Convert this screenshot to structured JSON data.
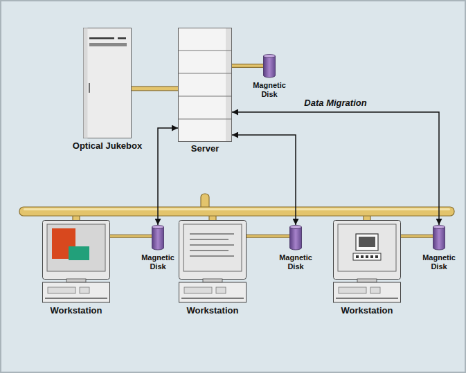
{
  "diagram": {
    "nodes": [
      {
        "text": [
          "Optical Jukebox"
        ]
      },
      {
        "text": [
          "Server"
        ]
      },
      {
        "text": [
          "Magnetic Disk"
        ]
      },
      {
        "text": [
          "Workstation"
        ]
      },
      {
        "text": [
          "Magnetic Disk"
        ]
      },
      {
        "text": [
          "Workstation"
        ]
      },
      {
        "text": [
          "Magnetic Disk"
        ]
      },
      {
        "text": [
          "Workstation"
        ]
      },
      {
        "text": [
          "Magnetic Disk"
        ]
      }
    ],
    "edges": [
      {
        "from": 0,
        "to": 1,
        "arrow": "none"
      },
      {
        "from": 1,
        "to": 2,
        "arrow": "none"
      },
      {
        "from": 3,
        "to": 4,
        "arrow": "none"
      },
      {
        "from": 5,
        "to": 6,
        "arrow": "none"
      },
      {
        "from": 7,
        "to": 8,
        "arrow": "none"
      },
      {
        "from": 1,
        "to": 4,
        "arrow": "both"
      },
      {
        "from": 1,
        "to": 6,
        "arrow": "both"
      },
      {
        "from": 1,
        "to": 8,
        "arrow": "both",
        "label": "Data Migration"
      }
    ]
  }
}
